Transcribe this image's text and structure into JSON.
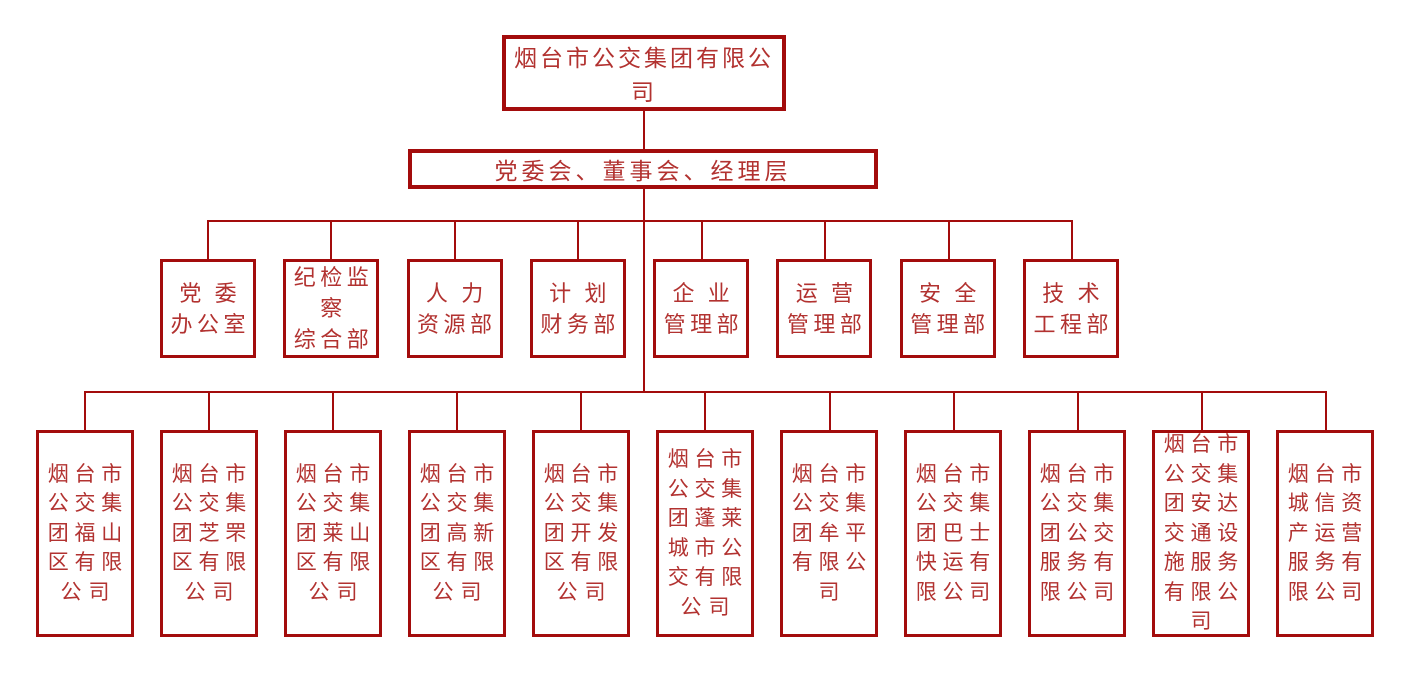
{
  "palette": {
    "line_color": "#A30C0C",
    "text_color": "#B23230",
    "background": "#FFFFFF"
  },
  "root": {
    "label": "烟台市公交集团有限公司"
  },
  "governance": {
    "label": "党委会、董事会、经理层"
  },
  "departments": [
    {
      "name": "党委办公室",
      "lines": [
        "党委",
        "办公室"
      ]
    },
    {
      "name": "纪检监察综合部",
      "lines": [
        "纪检监",
        "察",
        "综合部"
      ]
    },
    {
      "name": "人力资源部",
      "lines": [
        "人力",
        "资源部"
      ]
    },
    {
      "name": "计划财务部",
      "lines": [
        "计划",
        "财务部"
      ]
    },
    {
      "name": "企业管理部",
      "lines": [
        "企业",
        "管理部"
      ]
    },
    {
      "name": "运营管理部",
      "lines": [
        "运营",
        "管理部"
      ]
    },
    {
      "name": "安全管理部",
      "lines": [
        "安全",
        "管理部"
      ]
    },
    {
      "name": "技术工程部",
      "lines": [
        "技术",
        "工程部"
      ]
    }
  ],
  "subsidiaries": [
    {
      "name": "烟台市公交集团福山区有限公司",
      "lines": [
        "烟台市",
        "公交集",
        "团福山",
        "区有限",
        "公司"
      ]
    },
    {
      "name": "烟台市公交集团芝罘区有限公司",
      "lines": [
        "烟台市",
        "公交集",
        "团芝罘",
        "区有限",
        "公司"
      ]
    },
    {
      "name": "烟台市公交集团莱山区有限公司",
      "lines": [
        "烟台市",
        "公交集",
        "团莱山",
        "区有限",
        "公司"
      ]
    },
    {
      "name": "烟台市公交集团高新区有限公司",
      "lines": [
        "烟台市",
        "公交集",
        "团高新",
        "区有限",
        "公司"
      ]
    },
    {
      "name": "烟台市公交集团开发区有限公司",
      "lines": [
        "烟台市",
        "公交集",
        "团开发",
        "区有限",
        "公司"
      ]
    },
    {
      "name": "烟台市公交集团蓬莱城市公交有限公司",
      "lines": [
        "烟台市",
        "公交集",
        "团蓬莱",
        "城市公",
        "交有限",
        "公司"
      ]
    },
    {
      "name": "烟台市公交集团牟平有限公司",
      "lines": [
        "烟台市",
        "公交集",
        "团牟平",
        "有限公",
        "司"
      ]
    },
    {
      "name": "烟台市公交集团巴士快运有限公司",
      "lines": [
        "烟台市",
        "公交集",
        "团巴士",
        "快运有",
        "限公司"
      ]
    },
    {
      "name": "烟台市公交集团公交服务有限公司",
      "lines": [
        "烟台市",
        "公交集",
        "团公交",
        "服务有",
        "限公司"
      ]
    },
    {
      "name": "烟台市公交集团安达交通设施服务有限公司",
      "lines": [
        "烟台市",
        "公交集",
        "团安达",
        "交通设",
        "施服务",
        "有限公",
        "司"
      ]
    },
    {
      "name": "烟台市城信资产运营服务有限公司",
      "lines": [
        "烟台市",
        "城信资",
        "产运营",
        "服务有",
        "限公司"
      ]
    }
  ]
}
